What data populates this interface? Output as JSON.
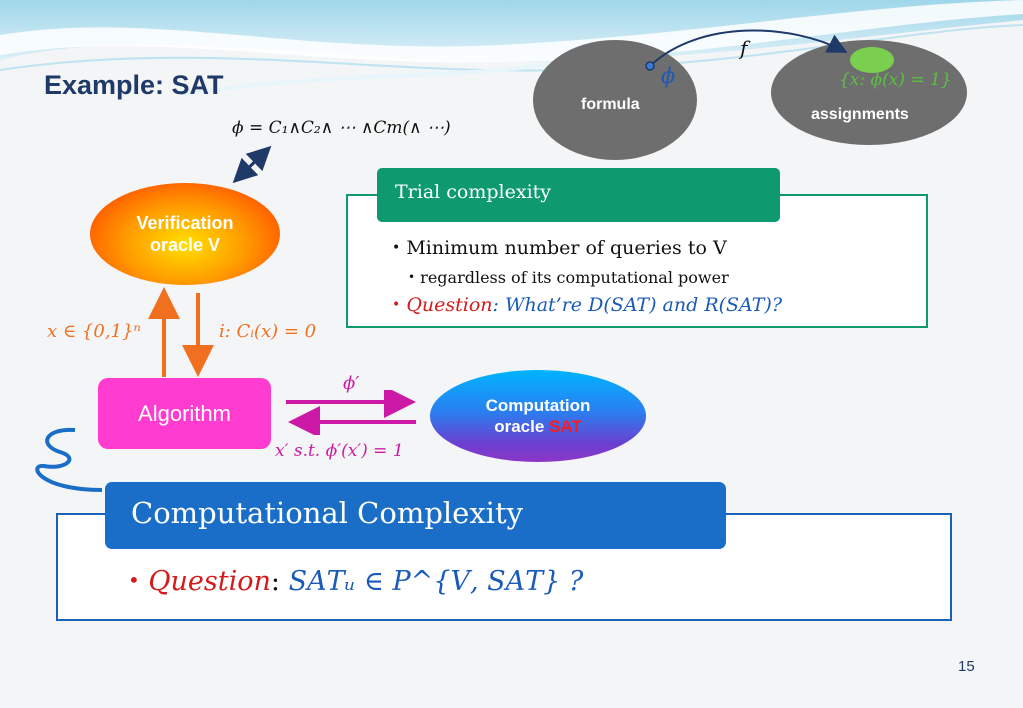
{
  "slide": {
    "title": "Example: SAT",
    "page_number": "15"
  },
  "top_diagram": {
    "formula_label": "formula",
    "assignments_label": "assignments",
    "phi_symbol": "𝜙",
    "f_symbol": "𝑓",
    "assignments_set": "{𝑥: 𝜙(𝑥) = 1}"
  },
  "formula_expr": "𝜙 = 𝐶₁∧𝐶₂∧ ⋯ ∧𝐶𝑚(∧ ⋯)",
  "verification_oracle": {
    "line1": "Verification",
    "line2": "oracle V"
  },
  "query_labels": {
    "up": "𝑥 ∈ {0,1}ⁿ",
    "down": "𝑖: 𝐶ᵢ(𝑥) = 0",
    "to_oracle": "𝜙′",
    "from_oracle": "𝑥′ 𝑠.𝑡. 𝜙′(𝑥′) = 1"
  },
  "algorithm": {
    "label": "Algorithm"
  },
  "computation_oracle": {
    "line1": "Computation",
    "line2_prefix": "oracle ",
    "line2_highlight": "SAT"
  },
  "trial_complexity": {
    "header": "Trial complexity",
    "bullet1": "Minimum number of queries to V",
    "sub_bullet1": "regardless of its computational power",
    "question_word": "Question",
    "question_text": ": What’re D(SAT) and R(SAT)?"
  },
  "computational_complexity": {
    "header": "Computational Complexity",
    "question_word": "Question",
    "colon": ":",
    "question_math": "𝑆𝐴𝑇ᵤ ∈ 𝑃^{𝑉, 𝑆𝐴𝑇} ?"
  },
  "colors": {
    "title": "#1f3a68",
    "trial_green": "#0e9a6e",
    "cc_blue": "#1a6ec8",
    "arrow_orange": "#f07020",
    "arrow_magenta": "#cc1aa6",
    "question_red": "#d41a1a",
    "question_blue": "#1a5ab8",
    "set_green": "#5cc040"
  }
}
